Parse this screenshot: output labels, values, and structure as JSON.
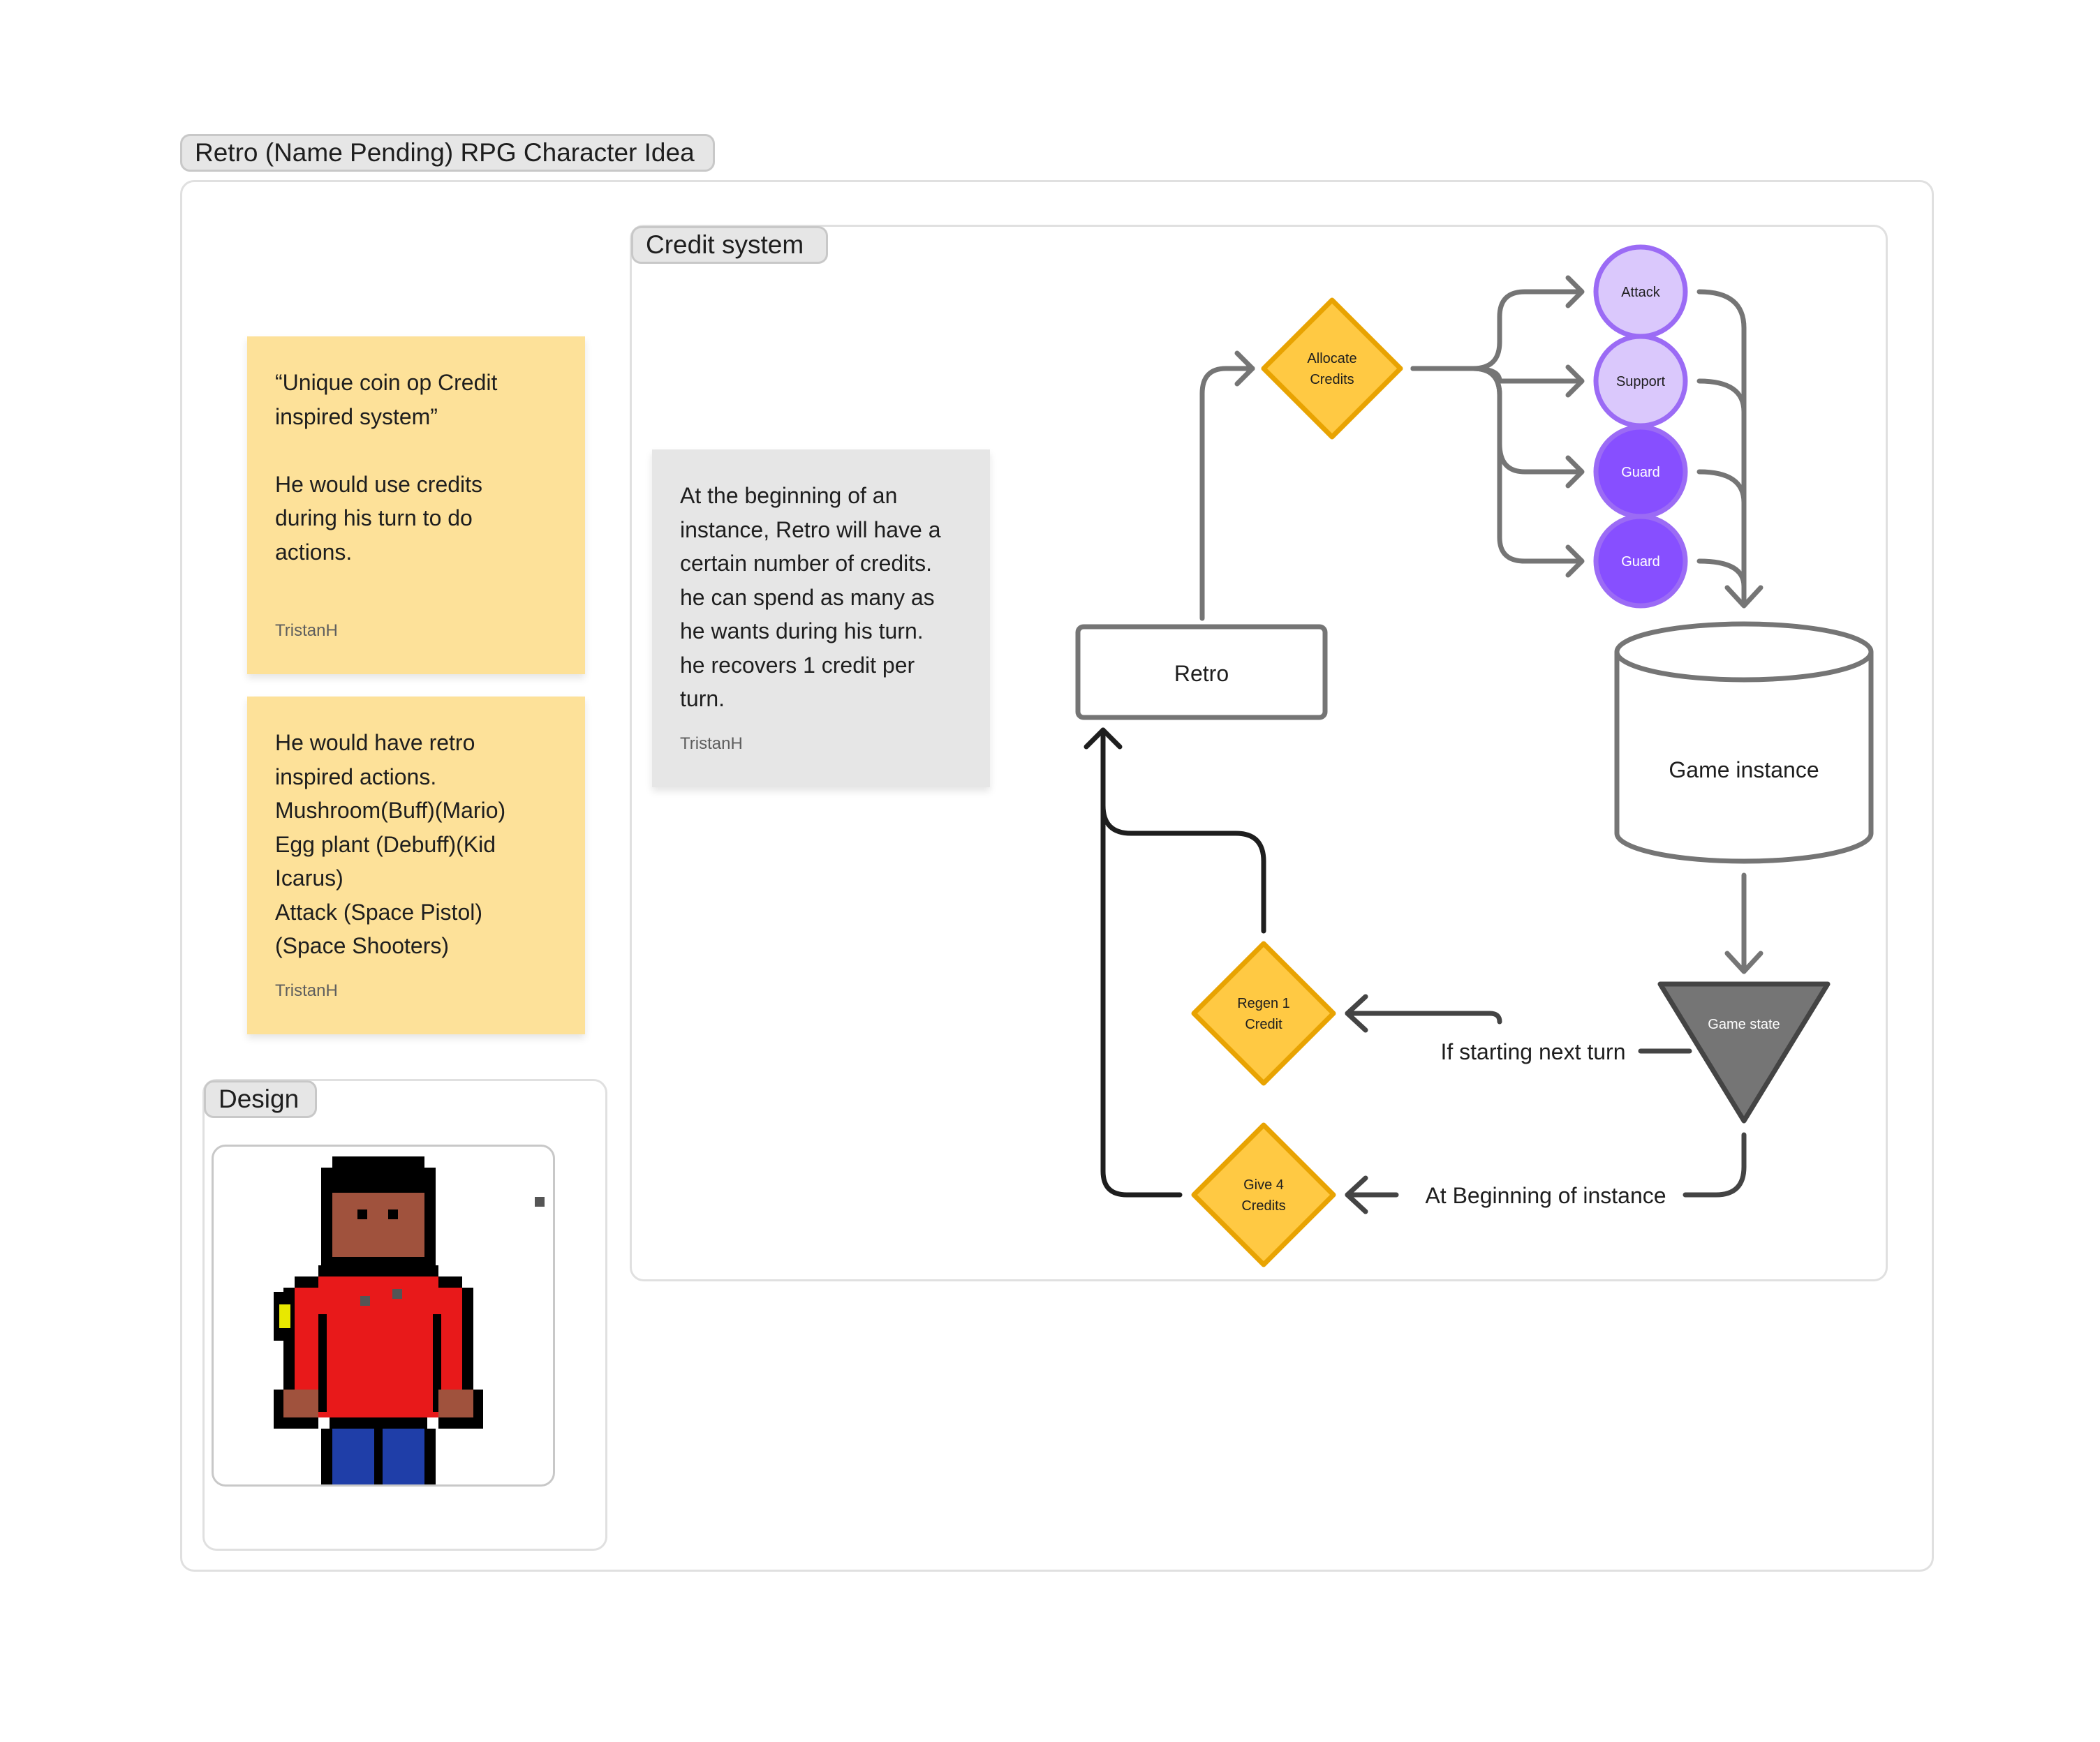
{
  "board": {
    "title": "Retro (Name Pending) RPG Character Idea"
  },
  "notes": [
    {
      "text": "“Unique coin op Credit\ninspired system”\n\nHe would use credits\nduring his turn to do\nactions.",
      "author": "TristanH",
      "color": "#fde199"
    },
    {
      "text": "He would have retro\ninspired actions.\n Mushroom(Buff)(Mario)\nEgg plant (Debuff)(Kid\nIcarus)\nAttack (Space Pistol)\n(Space Shooters)",
      "author": "TristanH",
      "color": "#fde199"
    },
    {
      "text": "At the beginning of an\ninstance, Retro will have a\ncertain number of credits.\nhe can spend as many as\nhe wants during his turn.\nhe recovers 1 credit per\nturn.",
      "author": "TristanH",
      "color": "#e6e6e6"
    }
  ],
  "design_section": {
    "label": "Design",
    "image_icon": "pixel-art-character-icon"
  },
  "credit_system": {
    "label": "Credit system",
    "nodes": {
      "allocate": [
        "Allocate",
        "Credits"
      ],
      "attack": "Attack",
      "support": "Support",
      "guard1": "Guard",
      "guard2": "Guard",
      "retro": "Retro",
      "game_instance": "Game instance",
      "game_state": "Game state",
      "regen": [
        "Regen 1",
        "Credit"
      ],
      "give": [
        "Give 4",
        "Credits"
      ]
    },
    "edge_labels": {
      "next_turn": "If starting next turn",
      "beginning": "At Beginning of instance"
    }
  },
  "colors": {
    "decision_fill": "#ffc943",
    "decision_stroke": "#e8a302",
    "light_purple_fill": "#dac8fc",
    "purple_fill": "#874fff",
    "purple_stroke": "#9b6bf5",
    "connector_gray": "#757575",
    "connector_dark": "#1e1e1e",
    "triangle_fill": "#757575"
  }
}
